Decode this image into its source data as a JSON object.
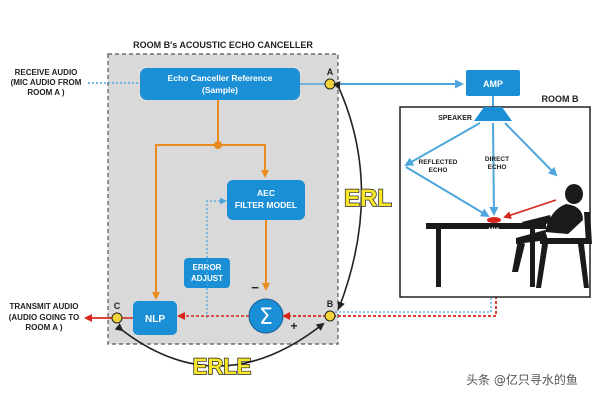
{
  "aec_title": "ROOM B's ACOUSTIC ECHO CANCELLER",
  "receive_audio": [
    "RECEIVE AUDIO",
    "(MIC AUDIO FROM",
    "ROOM A )"
  ],
  "transmit_audio": [
    "TRANSMIT AUDIO",
    "(AUDIO GOING TO",
    "ROOM A )"
  ],
  "echo_reference": [
    "Echo Canceller Reference",
    "(Sample)"
  ],
  "aec_filter": [
    "AEC",
    "FILTER MODEL"
  ],
  "error_adjust": [
    "ERROR",
    "ADJUST"
  ],
  "nlp": "NLP",
  "sum_symbol": "Σ",
  "minus": "−",
  "plus": "+",
  "point_a": "A",
  "point_b": "B",
  "point_c": "C",
  "erl": "ERL",
  "erle": "ERLE",
  "amp": "AMP",
  "room_b": "ROOM B",
  "speaker": "SPEAKER",
  "reflected_echo": [
    "REFLECTED",
    "ECHO"
  ],
  "direct_echo": [
    "DIRECT",
    "ECHO"
  ],
  "mic": "MIC",
  "watermark": "头条 @亿只寻水的鱼",
  "colors": {
    "box_blue": "#1b8fd6",
    "orange": "#e88a1e",
    "light_blue": "#4ea6dc",
    "red": "#d9261c",
    "yellow_node": "#f3d33a",
    "erl_fill": "#f7e629",
    "panel_gray": "#d9d9d9",
    "dark": "#222222"
  }
}
